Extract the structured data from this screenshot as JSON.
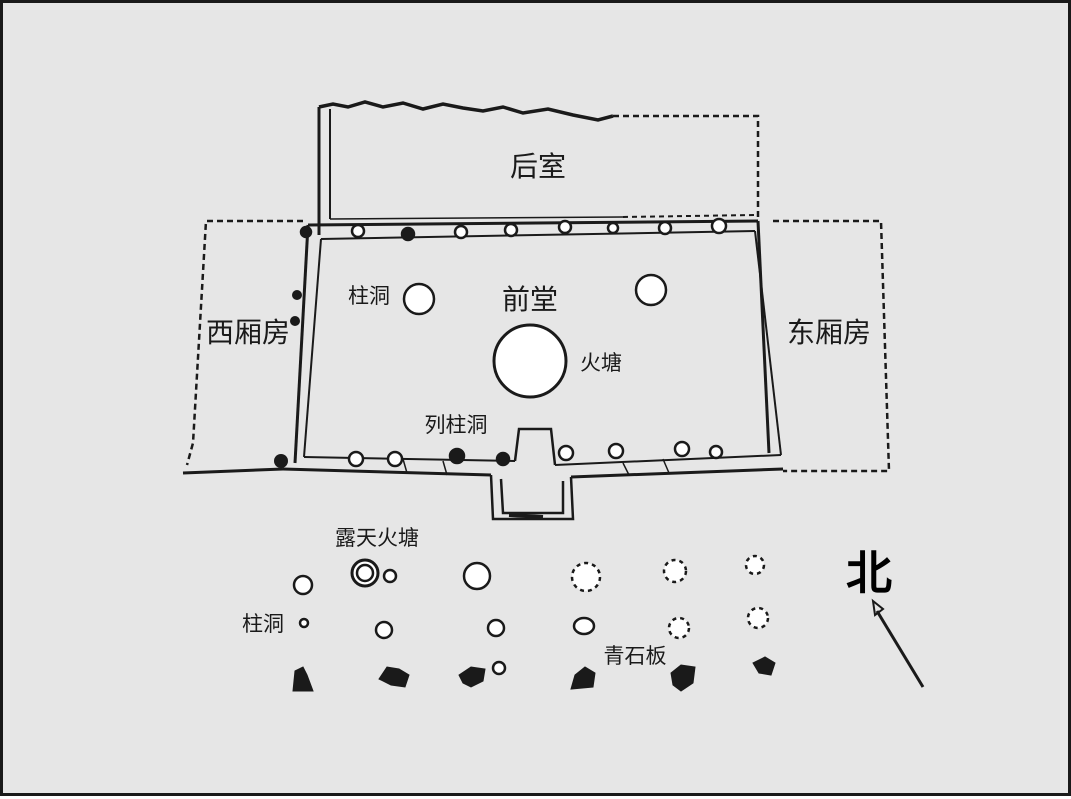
{
  "labels": {
    "back_room": "后室",
    "front_hall": "前堂",
    "west_wing": "西厢房",
    "east_wing": "东厢房",
    "post_hole": "柱洞",
    "fire_pit": "火塘",
    "colonnade_holes": "列柱洞",
    "open_air_fire_pit": "露天火塘",
    "post_hole_2": "柱洞",
    "bluestone_slab": "青石板",
    "north": "北"
  },
  "colors": {
    "background": "#e6e6e6",
    "wall_fill": "#ffffff",
    "line": "#1a1a1a"
  }
}
